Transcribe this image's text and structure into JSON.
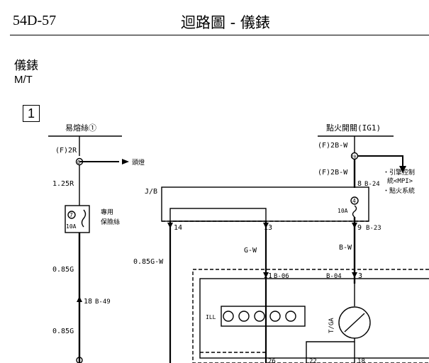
{
  "header": {
    "page_number": "54D-57",
    "title": "迴路圖 - 儀錶"
  },
  "section": {
    "title": "儀錶",
    "subtitle": "M/T",
    "number": "1"
  },
  "diagram": {
    "fuse_link_label": "易熔絲①",
    "left_connector": "(F)2R",
    "left_node_number": "6",
    "headlamp_label": "頭燈",
    "wire_1_25r": "1.25R",
    "fuse7_number": "7",
    "fuse7_amp": "10A",
    "dedicated_fuse_label_1": "專用",
    "dedicated_fuse_label_2": "保險絲",
    "wire_0_85g_a": "0.85G",
    "conn_18": "18",
    "conn_b49": "B-49",
    "wire_0_85g_b": "0.85G",
    "ign_label": "點火開關(IG1)",
    "ign_conn_top": "(F)2B-W",
    "ign_node_number": "20",
    "ign_conn_2": "(F)2B-W",
    "note_line1": "・引擎控制",
    "note_line2": "統<MPI>",
    "note_line3": "・點火系統",
    "conn_8": "8",
    "conn_b24": "B-24",
    "fuse4_number": "4",
    "fuse4_amp": "10A",
    "jb_label": "J/B",
    "jb_pin14": "14",
    "jb_pin13": "13",
    "jb_pin9": "9",
    "conn_b23": "B-23",
    "wire_gw": "G-W",
    "wire_bw": "B-W",
    "wire_085gw": "0.85G-W",
    "conn_21": "21",
    "conn_b06": "B-06",
    "conn_b04": "B-04",
    "conn_3": "3",
    "ill_label": "ILL",
    "tga_label": "T/GA",
    "bottom_pin_a": "26",
    "bottom_pin_b": "22",
    "bottom_pin_c": "18"
  }
}
